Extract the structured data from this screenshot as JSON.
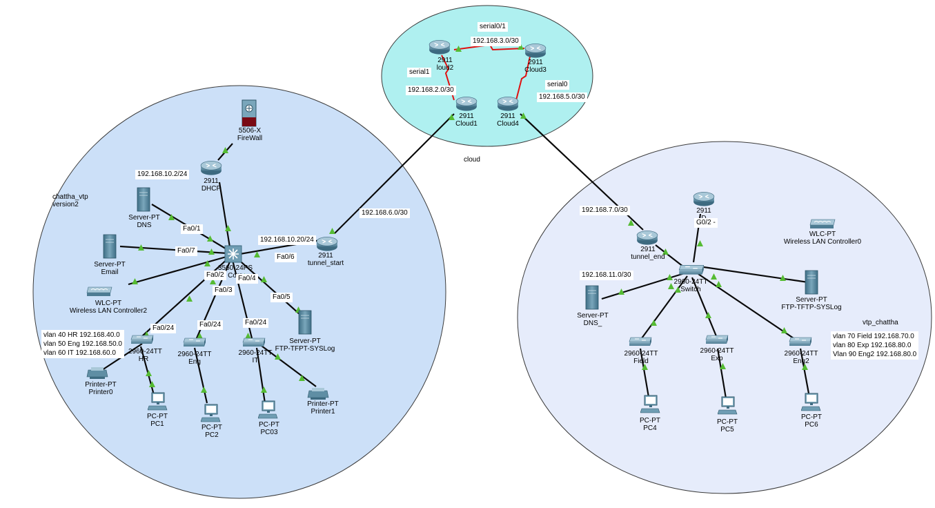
{
  "colors": {
    "left_region": "#cce0f8",
    "right_region": "#e6ecfb",
    "cloud_region": "#aff0f0",
    "region_border": "#3a3a3a",
    "link": "#0a0a0a",
    "serial_link": "#e01010",
    "port_dot": "#55bb33",
    "device_body": "#5e8fa6"
  },
  "cloud": {
    "label": "cloud",
    "serial0_1": "serial0/1",
    "net_3": "192.168.3.0/30",
    "serial1": "serial1",
    "net_2": "192.168.2.0/30",
    "serial0": "serial0",
    "net_5": "192.168.5.0/30",
    "cloud2": {
      "model": "2911",
      "name": "loud2"
    },
    "cloud3": {
      "model": "2911",
      "name": "Cloud3"
    },
    "cloud1": {
      "model": "2911",
      "name": "Cloud1"
    },
    "cloud4": {
      "model": "2911",
      "name": "Cloud4"
    }
  },
  "left": {
    "firewall": {
      "model": "5506-X",
      "name": "FireWall"
    },
    "dhcp_net": "192.168.10.2/24",
    "dhcp": {
      "model": "2911",
      "name": "DHCP"
    },
    "vtp_note": [
      "chattha_vtp",
      "version2"
    ],
    "server_dns": {
      "model": "Server-PT",
      "name": "DNS"
    },
    "fa0_1": "Fa0/1",
    "server_email": {
      "model": "Server-PT",
      "name": "Email"
    },
    "fa0_7": "Fa0/7",
    "core_net": "192.168.10.20/24",
    "fa0_6": "Fa0/6",
    "core": {
      "model": "3560-24PS",
      "name": "Core"
    },
    "tunnel_start": {
      "model": "2911",
      "name": "tunnel_start"
    },
    "tunnel_net": "192.168.6.0/30",
    "fa0_2": "Fa0/2",
    "fa0_4": "Fa0/4",
    "fa0_3": "Fa0/3",
    "fa0_5": "Fa0/5",
    "wlc": {
      "model": "WLC-PT",
      "name": "Wireless LAN Controller2"
    },
    "fa0_24_hr": "Fa0/24",
    "fa0_24_eng": "Fa0/24",
    "fa0_24_it": "Fa0/24",
    "vlans": [
      "vlan 40 HR  192.168.40.0",
      "vlan 50 Eng 192.168.50.0",
      "vlan 60 IT  192.168.60.0"
    ],
    "sw_hr": {
      "model": "2960-24TT",
      "name": "HR"
    },
    "sw_eng": {
      "model": "2960-24TT",
      "name": "Eng"
    },
    "sw_it": {
      "model": "2960-24TT",
      "name": "IT"
    },
    "server_ftp": {
      "model": "Server-PT",
      "name": "FTP-TFPT-SYSLog"
    },
    "printer0": {
      "model": "Printer-PT",
      "name": "Printer0"
    },
    "printer1": {
      "model": "Printer-PT",
      "name": "Printer1"
    },
    "pc1": {
      "model": "PC-PT",
      "name": "PC1"
    },
    "pc2": {
      "model": "PC-PT",
      "name": "PC2"
    },
    "pc03": {
      "model": "PC-PT",
      "name": "PC03"
    }
  },
  "right": {
    "tunnel_net": "192.168.7.0/30",
    "tunnel_end": {
      "model": "2911",
      "name": "tunnel_end"
    },
    "router": {
      "model": "2911",
      "name": "D",
      "port": "G0/2 -"
    },
    "wlc": {
      "model": "WLC-PT",
      "name": "Wireless LAN Controller0"
    },
    "dns_net": "192.168.11.0/30",
    "switch": {
      "model": "2960-24TT",
      "name": "Switch"
    },
    "server_dns": {
      "model": "Server-PT",
      "name": "DNS_"
    },
    "server_ftp": {
      "model": "Server-PT",
      "name": "FTP-TFTP-SYSLog"
    },
    "vtp_note": "vtp_chattha",
    "vlans": [
      "vlan 70 Field 192.168.70.0",
      "vlan 80 Exp 192.168.80.0",
      "Vlan 90 Eng2 192.168.80.0"
    ],
    "sw_field": {
      "model": "2960-24TT",
      "name": "Field"
    },
    "sw_exp": {
      "model": "2960-24TT",
      "name": "Exp"
    },
    "sw_eng2": {
      "model": "2960-24TT",
      "name": "Eng2"
    },
    "pc4": {
      "model": "PC-PT",
      "name": "PC4"
    },
    "pc5": {
      "model": "PC-PT",
      "name": "PC5"
    },
    "pc6": {
      "model": "PC-PT",
      "name": "PC6"
    }
  }
}
